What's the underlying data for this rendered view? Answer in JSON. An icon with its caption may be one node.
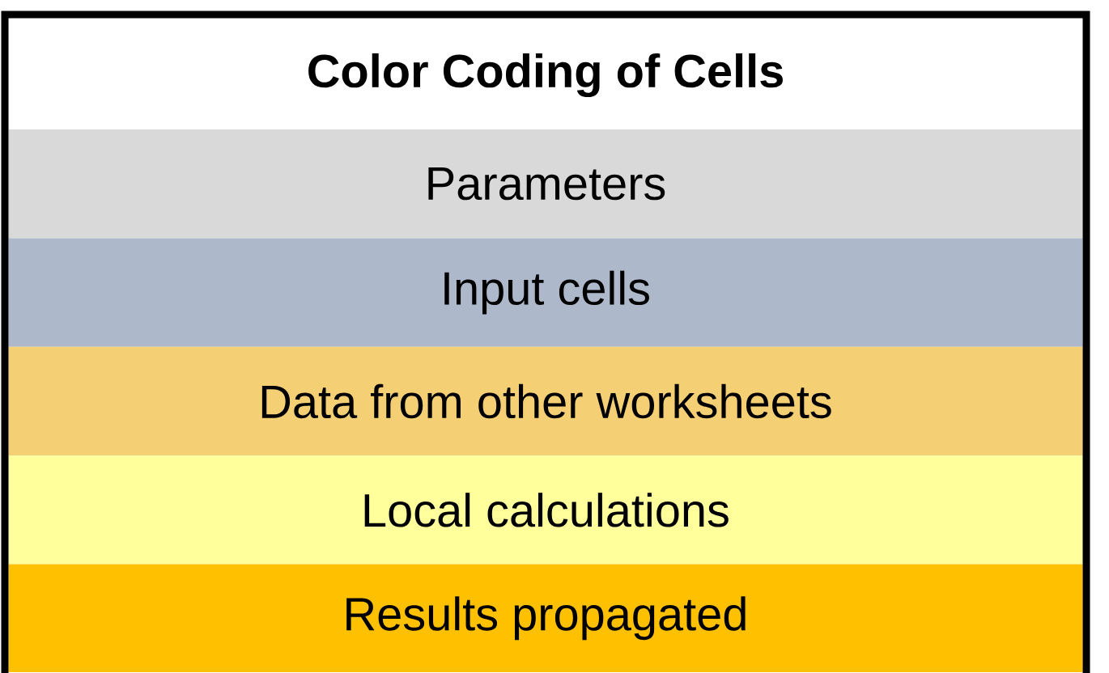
{
  "diagram": {
    "title": "Color Coding of Cells",
    "legend": [
      {
        "text": "Parameters",
        "color": "#d9d9d9"
      },
      {
        "text": "Input cells",
        "color": "#adb9ca"
      },
      {
        "text": "Data from other worksheets",
        "color": "#f4cf74"
      },
      {
        "text": "Local calculations",
        "color": "#ffff9c"
      },
      {
        "text": "Results propagated",
        "color": "#ffc000"
      }
    ]
  }
}
